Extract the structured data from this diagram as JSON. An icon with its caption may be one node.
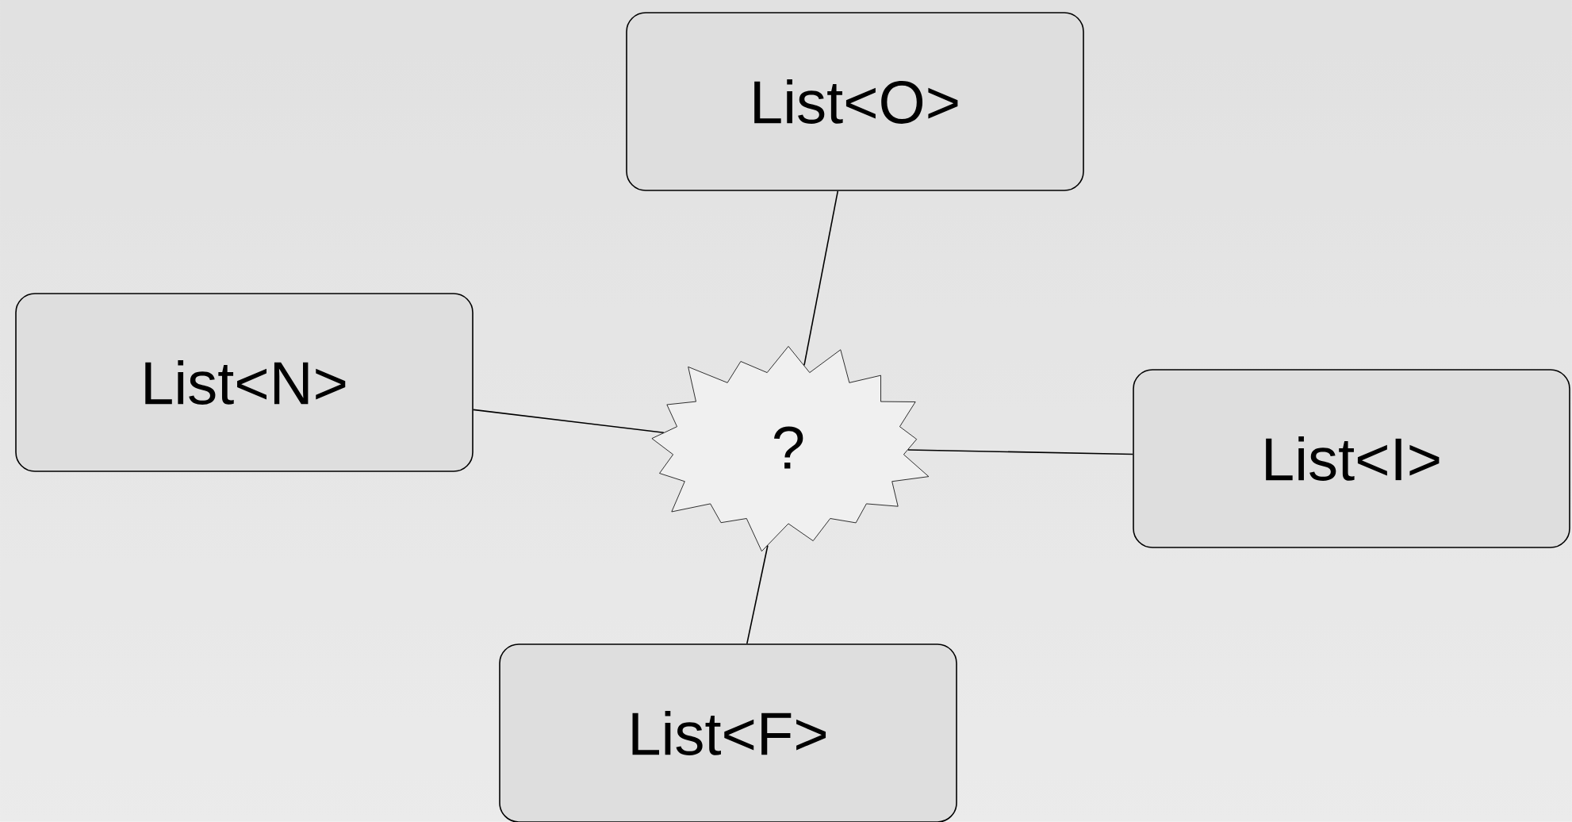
{
  "diagram": {
    "nodes": [
      {
        "text": [
          "List<O>"
        ]
      },
      {
        "text": [
          "List<N>"
        ]
      },
      {
        "text": [
          "?"
        ]
      },
      {
        "text": [
          "List<I>"
        ]
      },
      {
        "text": [
          "List<F>"
        ]
      }
    ],
    "edges": [
      {
        "from": 0,
        "to": 2,
        "arrow": "none"
      },
      {
        "from": 1,
        "to": 2,
        "arrow": "none"
      },
      {
        "from": 3,
        "to": 2,
        "arrow": "none"
      },
      {
        "from": 4,
        "to": 2,
        "arrow": "none"
      }
    ]
  }
}
